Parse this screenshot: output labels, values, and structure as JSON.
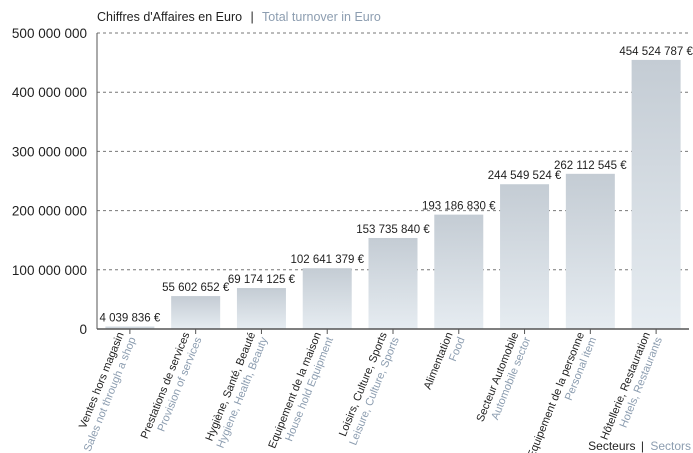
{
  "chart_data": {
    "type": "bar",
    "title": "Chiffres d'Affaires en Euro",
    "title_en": "Total turnover in Euro",
    "title_separator": "|",
    "xlabel": "Secteurs",
    "xlabel_en": "Sectors",
    "xlabel_separator": "|",
    "ylim": [
      0,
      500000000
    ],
    "yticks": [
      0,
      100000000,
      200000000,
      300000000,
      400000000,
      500000000
    ],
    "ytick_labels": [
      "0",
      "100 000 000",
      "200 000 000",
      "300 000 000",
      "400 000 000",
      "500 000 000"
    ],
    "grid": "horizontal dashed",
    "categories": [
      {
        "fr": "Ventes hors magasin",
        "en": "Sales not through a shop"
      },
      {
        "fr": "Prestations de services",
        "en": "Provision of services"
      },
      {
        "fr": "Hygiène, Santé, Beauté",
        "en": "Hygiene, Health, Beauty"
      },
      {
        "fr": "Equipement de la maison",
        "en": "House hold Equipment"
      },
      {
        "fr": "Loisirs, Culture, Sports",
        "en": "Leisure, Culture, Sports"
      },
      {
        "fr": "Alimentation",
        "en": "Food"
      },
      {
        "fr": "Secteur Automobile",
        "en": "Automobile sector"
      },
      {
        "fr": "Equipement de la personne",
        "en": "Personal item"
      },
      {
        "fr": "Hôtellerie, Restauration",
        "en": "Hotels, Restaurants"
      }
    ],
    "values": [
      4039836,
      55602652,
      69174125,
      102641379,
      153735840,
      193186830,
      244549524,
      262112545,
      454524787
    ],
    "value_labels": [
      "4 039 836 €",
      "55 602 652 €",
      "69 174 125 €",
      "102 641 379 €",
      "153 735 840 €",
      "193 186 830 €",
      "244 549 524 €",
      "262 112 545 €",
      "454 524 787 €"
    ],
    "colors": {
      "bar_top": "#c4ccd4",
      "bar_bottom": "#e6ecf1",
      "text": "#1f1f1f",
      "english_text": "#8c9db0",
      "axis": "#555555",
      "grid": "#777777"
    }
  }
}
